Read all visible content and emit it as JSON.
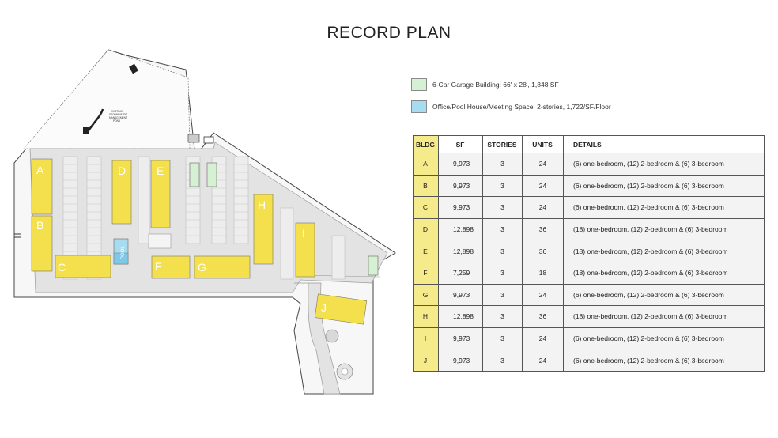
{
  "title": "RECORD PLAN",
  "legend": [
    {
      "text": "6-Car Garage Building: 66' x 28', 1,848 SF",
      "color": "#d5f0d3"
    },
    {
      "text": "Office/Pool House/Meeting Space: 2-stories, 1,722/SF/Floor",
      "color": "#a7dcf0"
    }
  ],
  "colors": {
    "building_yellow": "#f4e04d",
    "garage_green": "#d5f0d3",
    "office_blue": "#a7dcf0",
    "pavement": "#e3e3e3"
  },
  "plan": {
    "buildings": [
      "A",
      "B",
      "C",
      "D",
      "E",
      "F",
      "G",
      "H",
      "I",
      "J"
    ],
    "pool_label": "POOL",
    "pond_label_lines": [
      "EXISTING",
      "STORMWATER",
      "MANAGEMENT",
      "POND"
    ]
  },
  "table": {
    "headers": [
      "BLDG",
      "SF",
      "STORIES",
      "UNITS",
      "DETAILS"
    ],
    "rows": [
      {
        "bldg": "A",
        "sf": "9,973",
        "stories": "3",
        "units": "24",
        "details": "(6) one-bedroom, (12) 2-bedroom & (6) 3-bedroom"
      },
      {
        "bldg": "B",
        "sf": "9,973",
        "stories": "3",
        "units": "24",
        "details": "(6) one-bedroom, (12) 2-bedroom & (6) 3-bedroom"
      },
      {
        "bldg": "C",
        "sf": "9,973",
        "stories": "3",
        "units": "24",
        "details": "(6) one-bedroom, (12) 2-bedroom & (6) 3-bedroom"
      },
      {
        "bldg": "D",
        "sf": "12,898",
        "stories": "3",
        "units": "36",
        "details": "(18) one-bedroom, (12) 2-bedroom & (6) 3-bedroom"
      },
      {
        "bldg": "E",
        "sf": "12,898",
        "stories": "3",
        "units": "36",
        "details": "(18) one-bedroom, (12) 2-bedroom & (6) 3-bedroom"
      },
      {
        "bldg": "F",
        "sf": "7,259",
        "stories": "3",
        "units": "18",
        "details": "(18) one-bedroom, (12) 2-bedroom & (6) 3-bedroom"
      },
      {
        "bldg": "G",
        "sf": "9,973",
        "stories": "3",
        "units": "24",
        "details": "(6) one-bedroom, (12) 2-bedroom & (6) 3-bedroom"
      },
      {
        "bldg": "H",
        "sf": "12,898",
        "stories": "3",
        "units": "36",
        "details": "(18) one-bedroom, (12) 2-bedroom & (6) 3-bedroom"
      },
      {
        "bldg": "I",
        "sf": "9,973",
        "stories": "3",
        "units": "24",
        "details": "(6) one-bedroom, (12) 2-bedroom & (6) 3-bedroom"
      },
      {
        "bldg": "J",
        "sf": "9,973",
        "stories": "3",
        "units": "24",
        "details": "(6) one-bedroom, (12) 2-bedroom & (6) 3-bedroom"
      }
    ]
  }
}
